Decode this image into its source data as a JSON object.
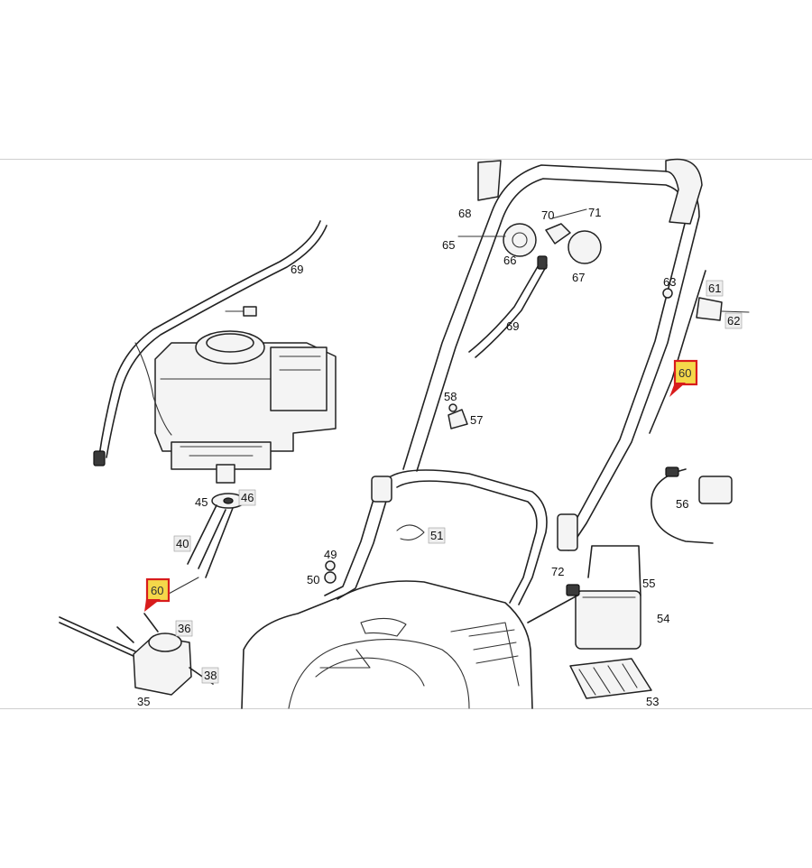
{
  "diagram": {
    "part_numbers": [
      "69",
      "68",
      "65",
      "66",
      "70",
      "71",
      "67",
      "63",
      "61",
      "62",
      "69",
      "58",
      "57",
      "45",
      "46",
      "40",
      "51",
      "49",
      "50",
      "56",
      "72",
      "55",
      "54",
      "36",
      "38",
      "35",
      "53"
    ],
    "highlighted_part": "60",
    "highlight_colors": {
      "fill": "#f5d84a",
      "border": "#d81c1c"
    }
  }
}
